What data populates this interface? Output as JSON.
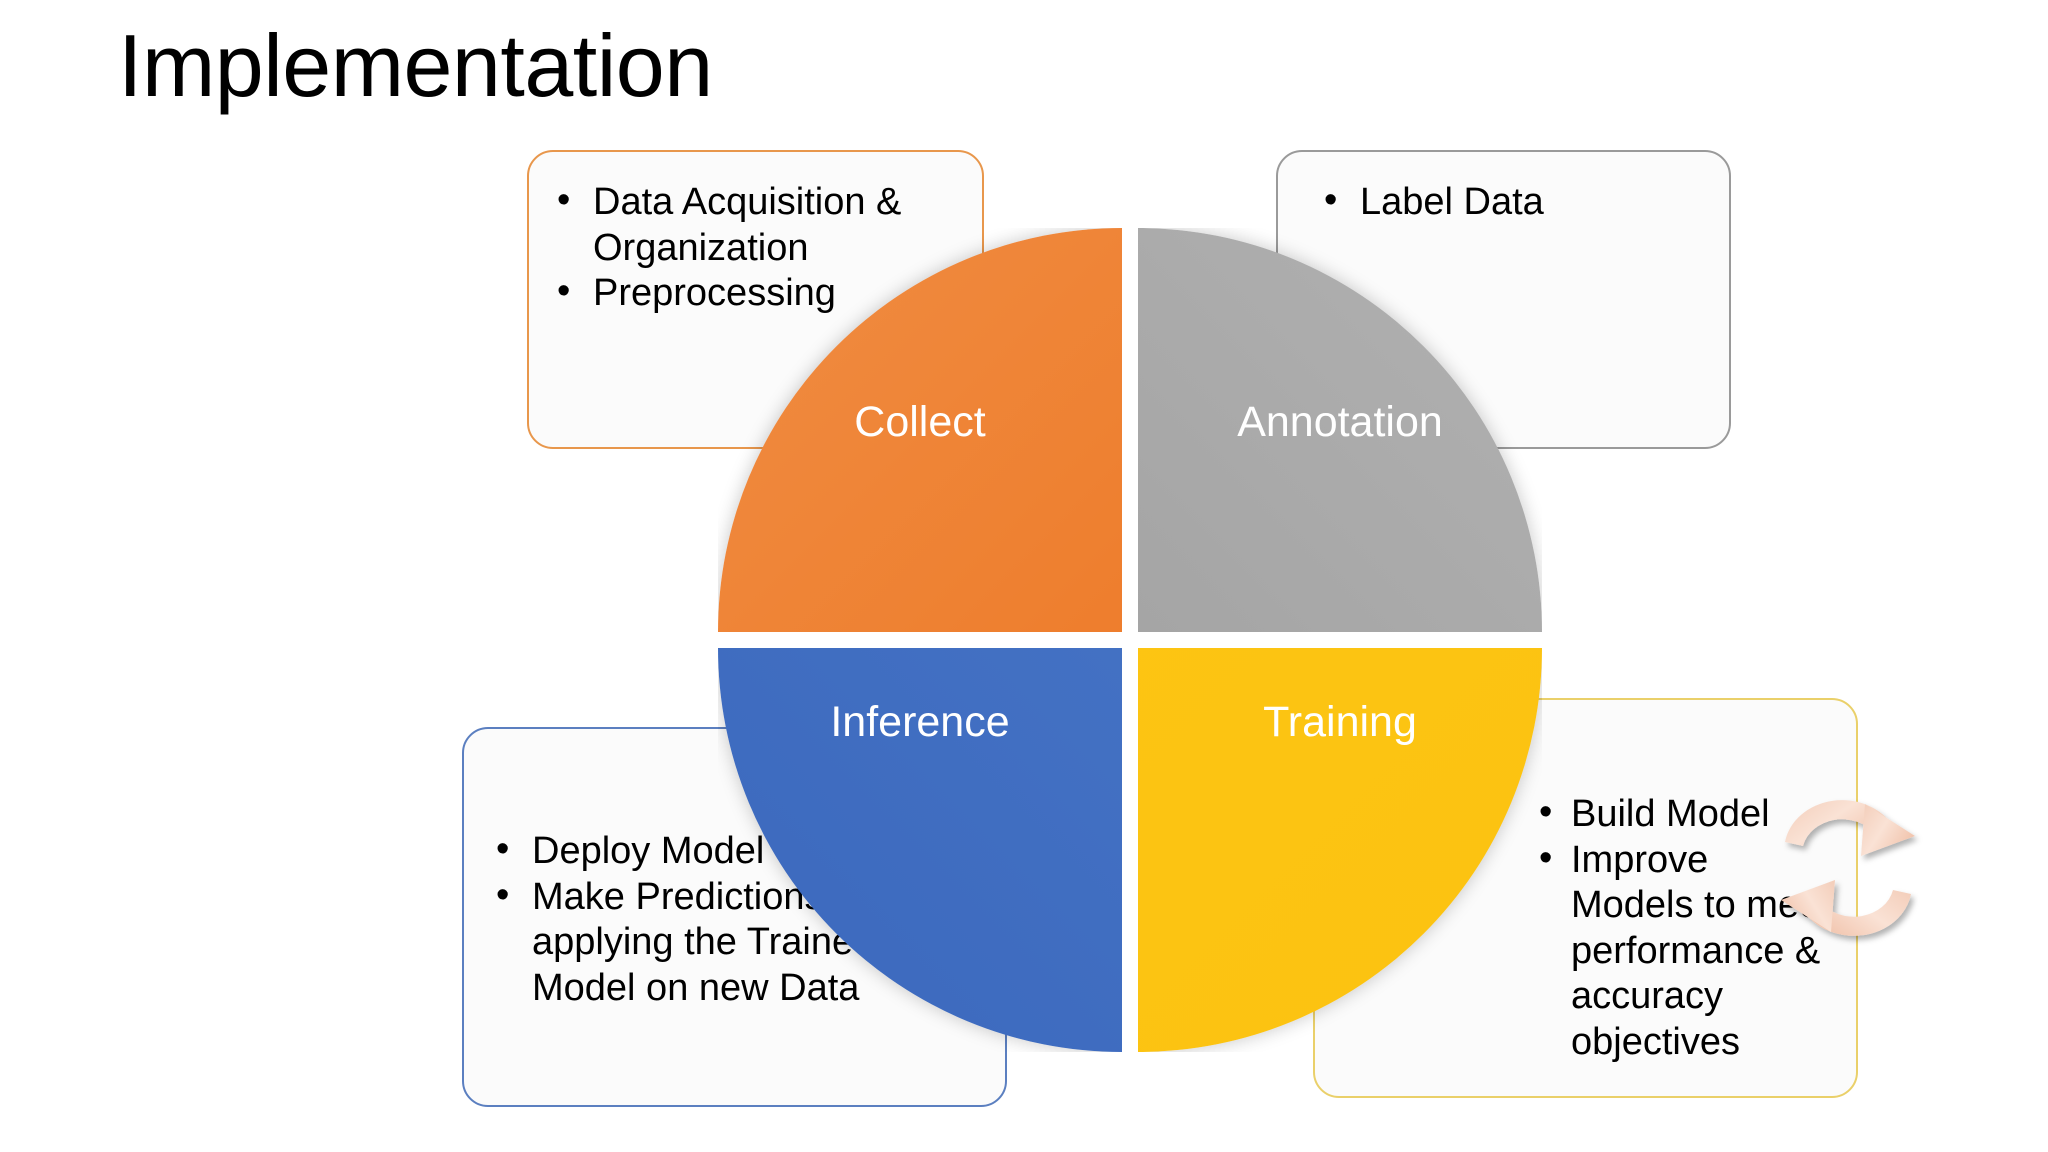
{
  "slide": {
    "title": "Implementation",
    "background_color": "#FFFFFF"
  },
  "wheel": {
    "type": "cycle-diagram",
    "center_icon": "circular-arrows-icon",
    "arrow_color": "#F6D5C4",
    "quadrants": [
      {
        "id": "collect",
        "label": "Collect",
        "position": "top-left",
        "color": "#ED7D31",
        "label_color": "#FFFFFF"
      },
      {
        "id": "annotation",
        "label": "Annotation",
        "position": "top-right",
        "color": "#A6A6A6",
        "label_color": "#FFFFFF"
      },
      {
        "id": "inference",
        "label": "Inference",
        "position": "bottom-left",
        "color": "#4472C4",
        "label_color": "#FFFFFF"
      },
      {
        "id": "training",
        "label": "Training",
        "position": "bottom-right",
        "color": "#FFC000",
        "label_color": "#FFFFFF"
      }
    ]
  },
  "callouts": {
    "collect": {
      "border_color": "#E8974C",
      "bullets": [
        "Data Acquisition & Organization",
        "Preprocessing"
      ]
    },
    "annotation": {
      "border_color": "#9A9A9A",
      "bullets": [
        "Label Data"
      ]
    },
    "inference": {
      "border_color": "#5B7FC0",
      "bullets": [
        "Deploy Model",
        "Make Predictions by applying the Trained Model on new Data"
      ]
    },
    "training": {
      "border_color": "#EAD06A",
      "bullets": [
        "Build Model",
        "Improve Models to meet performance & accuracy objectives"
      ]
    }
  }
}
